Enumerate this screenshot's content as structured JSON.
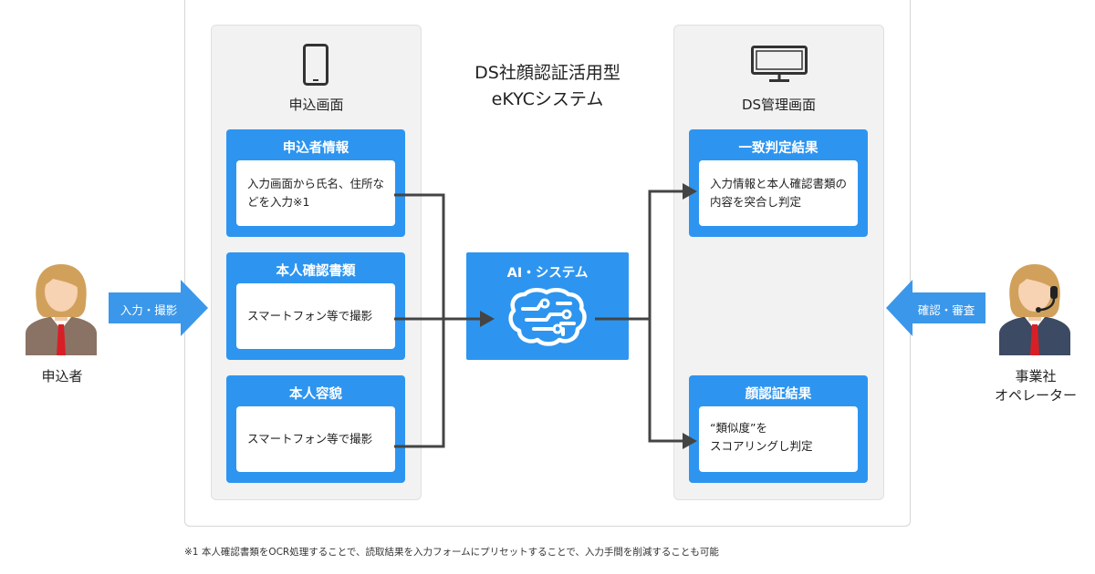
{
  "center": {
    "title_line1": "DS社顔認証活用型",
    "title_line2": "eKYCシステム"
  },
  "left_panel": {
    "title": "申込画面",
    "icon": "smartphone-icon",
    "cards": [
      {
        "title": "申込者情報",
        "body": "入力画面から氏名、住所などを入力※1"
      },
      {
        "title": "本人確認書類",
        "body": "スマートフォン等で撮影"
      },
      {
        "title": "本人容貌",
        "body": "スマートフォン等で撮影"
      }
    ]
  },
  "ai": {
    "title": "AI・システム",
    "icon": "brain-circuit-icon"
  },
  "right_panel": {
    "title": "DS管理画面",
    "icon": "monitor-icon",
    "cards": [
      {
        "title": "一致判定結果",
        "body": "入力情報と本人確認書類の内容を突合し判定"
      },
      {
        "title": "顔認証結果",
        "body_line1": "“類似度”を",
        "body_line2": "スコアリングし判定"
      }
    ]
  },
  "applicant": {
    "label": "申込者",
    "arrow_label": "入力・撮影",
    "icon": "applicant-avatar-icon"
  },
  "operator": {
    "label_line1": "事業社",
    "label_line2": "オペレーター",
    "arrow_label": "確認・審査",
    "icon": "operator-headset-avatar-icon"
  },
  "footnote": "※1 本人確認書類をOCR処理することで、読取結果を入力フォームにプリセットすることで、入力手間を削減することも可能",
  "colors": {
    "accent": "#2d95f0",
    "arrow_light": "#3b97ea",
    "connector": "#444444",
    "panel_bg": "#f2f2f2"
  }
}
